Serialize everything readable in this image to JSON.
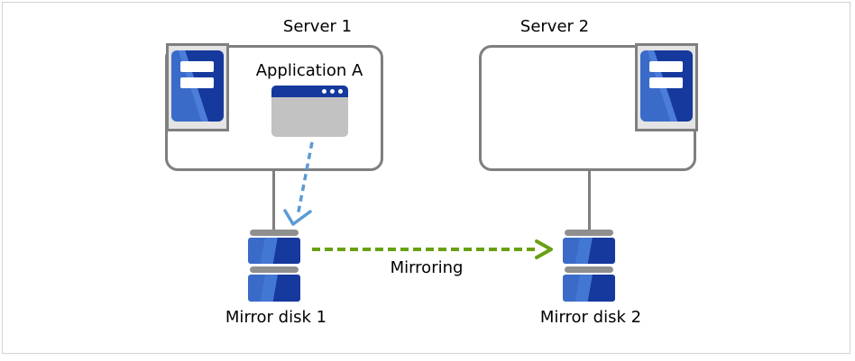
{
  "diagram": {
    "servers": [
      {
        "id": "server1",
        "label": "Server 1"
      },
      {
        "id": "server2",
        "label": "Server 2"
      }
    ],
    "application": {
      "label": "Application A"
    },
    "disks": [
      {
        "id": "disk1",
        "label": "Mirror disk 1"
      },
      {
        "id": "disk2",
        "label": "Mirror disk 2"
      }
    ],
    "mirroring": {
      "label": "Mirroring"
    },
    "icons": [
      "server-tower-icon",
      "app-window-icon",
      "mirror-disk-icon"
    ],
    "colors": {
      "box_border_gray": "#7f7f7f",
      "icon_chip_gray": "#e4e4e4",
      "tower_blue_light": "#3a6bc8",
      "tower_blue_streak": "#4b7dd9",
      "tower_blue_dark": "#16399e",
      "disk_cap_gray": "#8f8f8f",
      "window_body_gray": "#c2c2c2",
      "write_arrow_blue": "#5b9bd5",
      "mirroring_arrow_green": "#68a012"
    }
  }
}
